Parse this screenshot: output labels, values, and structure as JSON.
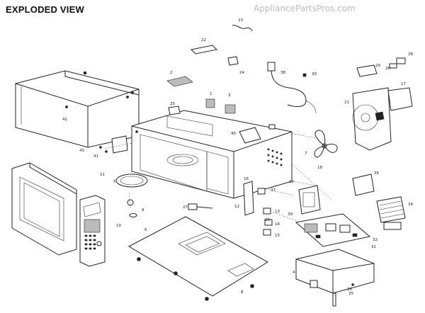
{
  "header": {
    "title": "EXPLODED VIEW",
    "watermark": "AppliancePartsPros.com"
  },
  "callouts": [
    "1",
    "2",
    "3",
    "4",
    "5",
    "6",
    "7",
    "8",
    "9",
    "10",
    "11",
    "12",
    "13",
    "14",
    "15",
    "16",
    "17",
    "18",
    "19",
    "20",
    "21",
    "22",
    "23",
    "24",
    "25",
    "26",
    "27",
    "28",
    "29",
    "30",
    "31",
    "32",
    "33",
    "34",
    "35",
    "36",
    "37",
    "38",
    "39",
    "40",
    "41",
    "42",
    "43"
  ]
}
